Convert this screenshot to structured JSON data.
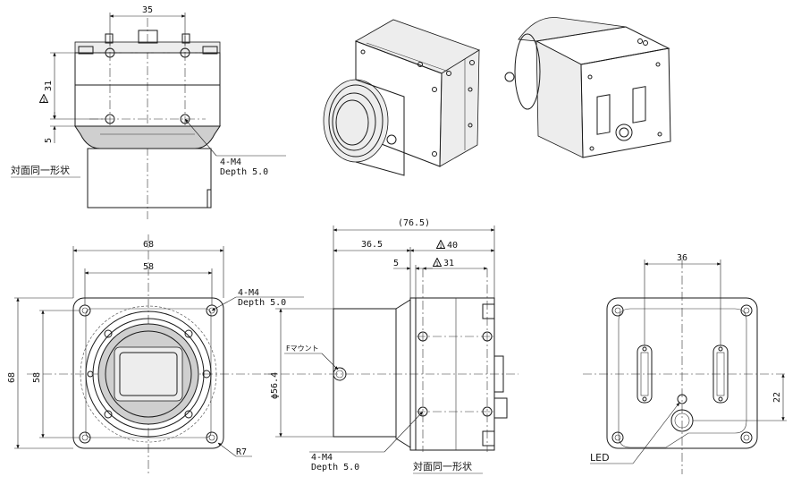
{
  "top_view": {
    "dim_width": "35",
    "dim_height": "31",
    "dim_offset": "5",
    "hole_callout": "4-M4",
    "hole_depth": "Depth 5.0",
    "opposite_note": "対面同一形状"
  },
  "front_view": {
    "dim_outer": "68",
    "dim_inner": "58",
    "dim_height_outer": "68",
    "dim_height_inner": "58",
    "hole_callout": "4-M4",
    "hole_depth": "Depth 5.0",
    "radius": "R7"
  },
  "side_view": {
    "dim_total": "(76.5)",
    "dim_lens": "36.5",
    "dim_body": "40",
    "dim_flange": "5",
    "dim_body_inner": "31",
    "dim_diameter": "ϕ56.4",
    "mount_label": "Fマウント",
    "hole_callout": "4-M4",
    "hole_depth": "Depth 5.0",
    "opposite_note": "対面同一形状"
  },
  "rear_view": {
    "dim_width": "36",
    "dim_height": "22",
    "led_label": "LED"
  }
}
